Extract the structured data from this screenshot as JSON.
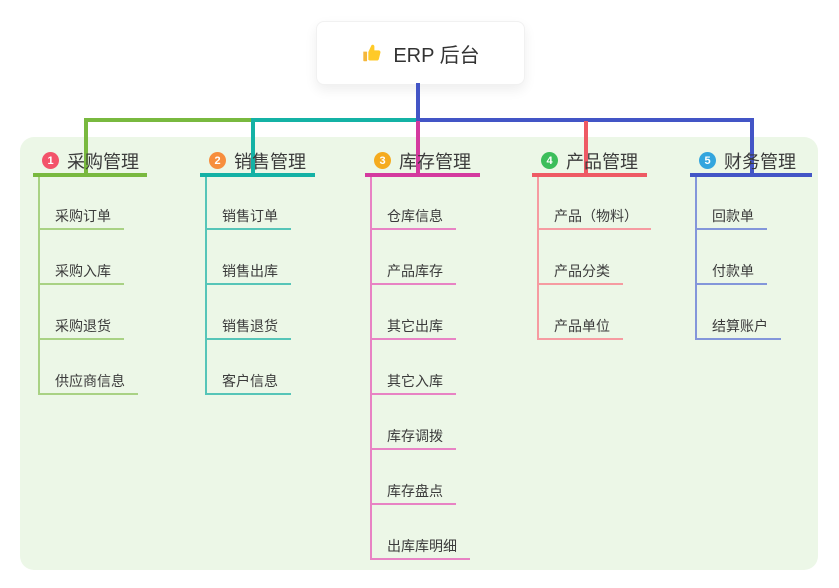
{
  "root": {
    "label": "ERP 后台",
    "icon": "thumbs-up-icon"
  },
  "canvas": {
    "background": "#ffffff",
    "panel_background": "#ecf7e7",
    "text_color": "#3b3b3b"
  },
  "branches": [
    {
      "index": "1",
      "label": "采购管理",
      "badge_color": "#f3536a",
      "line_color": "#79b93f",
      "child_line_color": "#a9d284",
      "children": [
        "采购订单",
        "采购入库",
        "采购退货",
        "供应商信息"
      ]
    },
    {
      "index": "2",
      "label": "销售管理",
      "badge_color": "#f78e3d",
      "line_color": "#14b2a5",
      "child_line_color": "#56c5b8",
      "children": [
        "销售订单",
        "销售出库",
        "销售退货",
        "客户信息"
      ]
    },
    {
      "index": "3",
      "label": "库存管理",
      "badge_color": "#f5ab1e",
      "line_color": "#d43a9f",
      "child_line_color": "#e883c4",
      "children": [
        "仓库信息",
        "产品库存",
        "其它出库",
        "其它入库",
        "库存调拨",
        "库存盘点",
        "出库库明细"
      ]
    },
    {
      "index": "4",
      "label": "产品管理",
      "badge_color": "#3cbe5b",
      "line_color": "#ee5a64",
      "child_line_color": "#f69ba1",
      "children": [
        "产品（物料）",
        "产品分类",
        "产品单位"
      ]
    },
    {
      "index": "5",
      "label": "财务管理",
      "badge_color": "#33a5de",
      "line_color": "#4355c6",
      "child_line_color": "#8396da",
      "children": [
        "回款单",
        "付款单",
        "结算账户"
      ]
    }
  ]
}
